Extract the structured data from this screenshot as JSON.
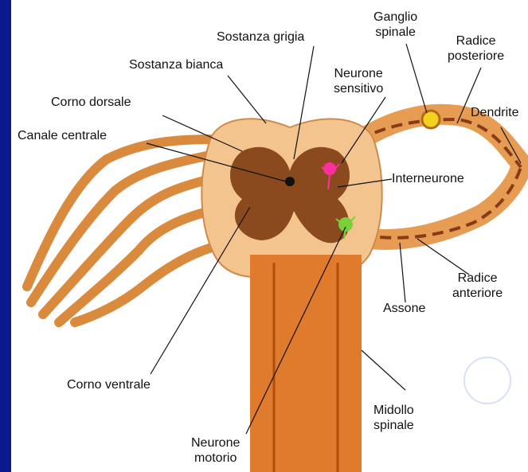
{
  "labels": {
    "sostanza_grigia": "Sostanza grigia",
    "ganglio_spinale": [
      "Ganglio",
      "spinale"
    ],
    "radice_posteriore": [
      "Radice",
      "posteriore"
    ],
    "sostanza_bianca": "Sostanza bianca",
    "neurone_sensitivo": [
      "Neurone",
      "sensitivo"
    ],
    "corno_dorsale": "Corno dorsale",
    "dendrite": "Dendrite",
    "canale_centrale": "Canale centrale",
    "interneurone": "Interneurone",
    "radice_anteriore": [
      "Radice",
      "anteriore"
    ],
    "assone": "Assone",
    "corno_ventrale": "Corno ventrale",
    "midollo_spinale": [
      "Midollo",
      "spinale"
    ],
    "neurone_motorio": [
      "Neurone",
      "motorio"
    ]
  },
  "colors": {
    "frame_blue": "#0a1a8c",
    "white_matter": "#f4c48e",
    "grey_matter": "#8a4a1e",
    "nerve": "#d98a3c",
    "sensory_neuron": "#ff2fa0",
    "motor_neuron": "#7ad03a",
    "ganglion": "#f2d21e"
  }
}
